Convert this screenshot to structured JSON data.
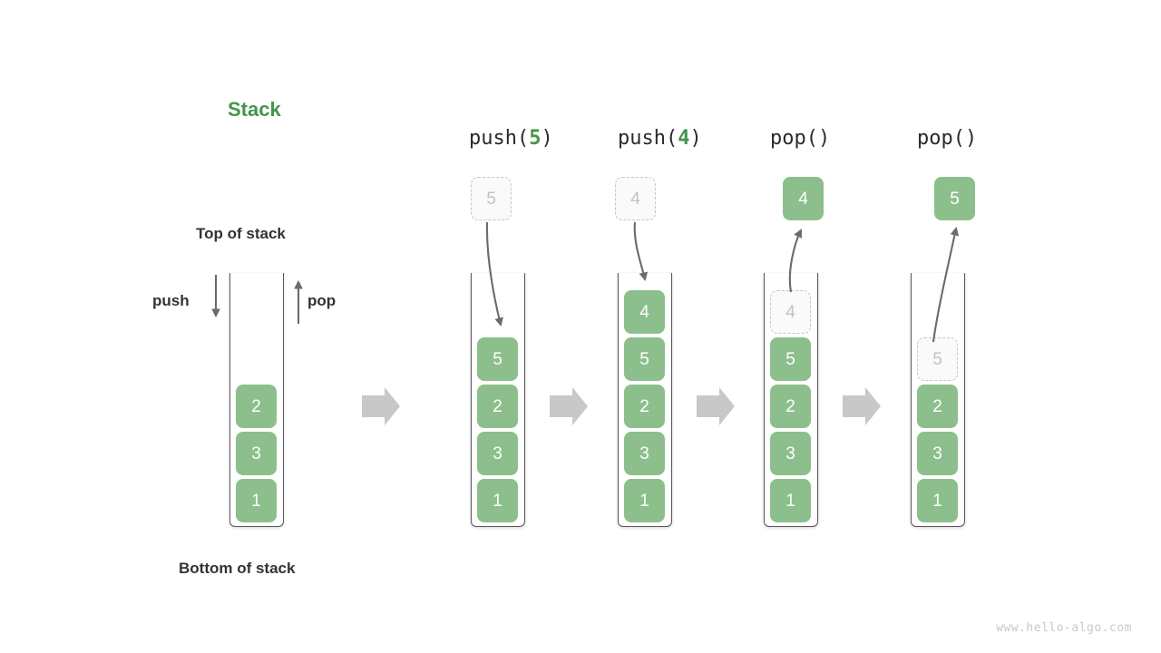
{
  "meta": {
    "title": "Stack",
    "watermark": "www.hello-algo.com"
  },
  "labels": {
    "top_of_stack": "Top of stack",
    "bottom_of_stack": "Bottom of stack",
    "push": "push",
    "pop": "pop"
  },
  "colors": {
    "accent_green": "#42964B",
    "box_green": "#8CBF8C",
    "ghost_gray": "#c2c2c2",
    "container_stroke": "#5a5a5a",
    "flow_arrow": "#c8c8c8",
    "text_dark": "#333333"
  },
  "chart_data": {
    "type": "diagram",
    "title": "Stack",
    "description": "Stack push and pop operation sequence",
    "flow_arrow_count": 4,
    "columns": [
      {
        "id": "initial",
        "op_prefix": "",
        "op_arg": "",
        "op_suffix": "",
        "op_text": "",
        "stack": [
          "2",
          "3",
          "1"
        ],
        "floating": null,
        "ghost_in_stack": null,
        "annotations": [
          "Top of stack",
          "Bottom of stack",
          "push",
          "pop"
        ]
      },
      {
        "id": "push5",
        "op_prefix": "push(",
        "op_arg": "5",
        "op_suffix": ")",
        "op_text": "push(5)",
        "stack": [
          "5",
          "2",
          "3",
          "1"
        ],
        "floating": {
          "value": "5",
          "style": "ghost"
        },
        "ghost_in_stack": null,
        "arrow_direction": "down"
      },
      {
        "id": "push4",
        "op_prefix": "push(",
        "op_arg": "4",
        "op_suffix": ")",
        "op_text": "push(4)",
        "stack": [
          "4",
          "5",
          "2",
          "3",
          "1"
        ],
        "floating": {
          "value": "4",
          "style": "ghost"
        },
        "ghost_in_stack": null,
        "arrow_direction": "down"
      },
      {
        "id": "pop1",
        "op_prefix": "pop(",
        "op_arg": "",
        "op_suffix": ")",
        "op_text": "pop()",
        "stack": [
          "5",
          "2",
          "3",
          "1"
        ],
        "floating": {
          "value": "4",
          "style": "solid"
        },
        "ghost_in_stack": {
          "value": "4"
        },
        "arrow_direction": "up"
      },
      {
        "id": "pop2",
        "op_prefix": "pop(",
        "op_arg": "",
        "op_suffix": ")",
        "op_text": "pop()",
        "stack": [
          "2",
          "3",
          "1"
        ],
        "floating": {
          "value": "5",
          "style": "solid"
        },
        "ghost_in_stack": {
          "value": "5"
        },
        "arrow_direction": "up"
      }
    ]
  },
  "cells": {
    "c0": {
      "v0": "2",
      "v1": "3",
      "v2": "1"
    },
    "c1": {
      "float": "5",
      "v0": "5",
      "v1": "2",
      "v2": "3",
      "v3": "1"
    },
    "c2": {
      "float": "4",
      "v0": "4",
      "v1": "5",
      "v2": "2",
      "v3": "3",
      "v4": "1"
    },
    "c3": {
      "float": "4",
      "ghost": "4",
      "v0": "5",
      "v1": "2",
      "v2": "3",
      "v3": "1"
    },
    "c4": {
      "float": "5",
      "ghost": "5",
      "v0": "2",
      "v1": "3",
      "v2": "1"
    }
  },
  "ops": {
    "o1": {
      "prefix": "push(",
      "arg": "5",
      "suffix": ")"
    },
    "o2": {
      "prefix": "push(",
      "arg": "4",
      "suffix": ")"
    },
    "o3": {
      "prefix": "pop()",
      "arg": "",
      "suffix": ""
    },
    "o4": {
      "prefix": "pop()",
      "arg": "",
      "suffix": ""
    }
  }
}
